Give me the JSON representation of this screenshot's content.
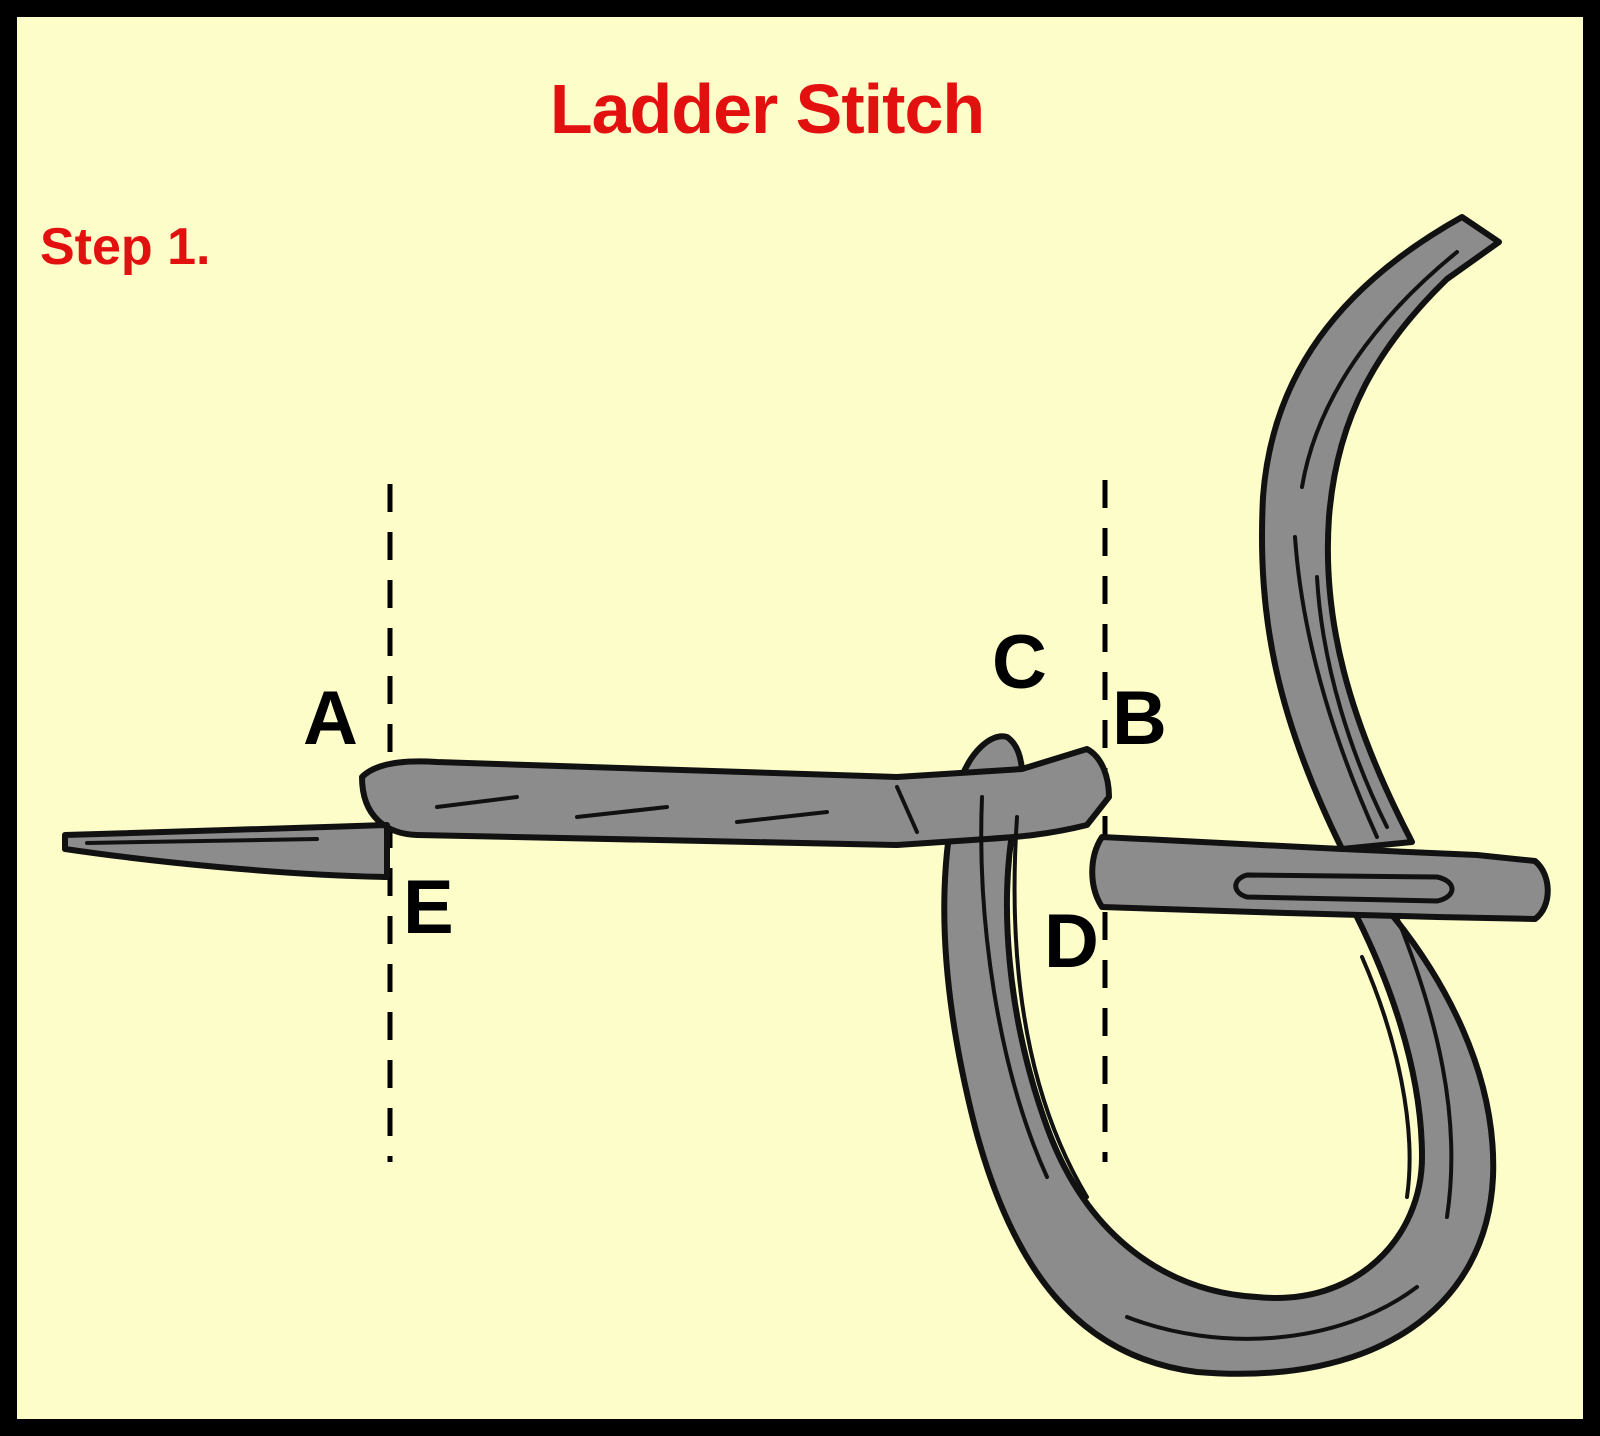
{
  "title": "Ladder Stitch",
  "step_label": "Step 1.",
  "points": {
    "a": "A",
    "b": "B",
    "c": "C",
    "d": "D",
    "e": "E"
  },
  "colors": {
    "background": "#fdfdc9",
    "border": "#000000",
    "label_red": "#e31010",
    "thread_gray": "#8c8c8c",
    "outline": "#111111"
  },
  "icons": {
    "needle": "needle-icon",
    "thread": "thread-icon"
  }
}
